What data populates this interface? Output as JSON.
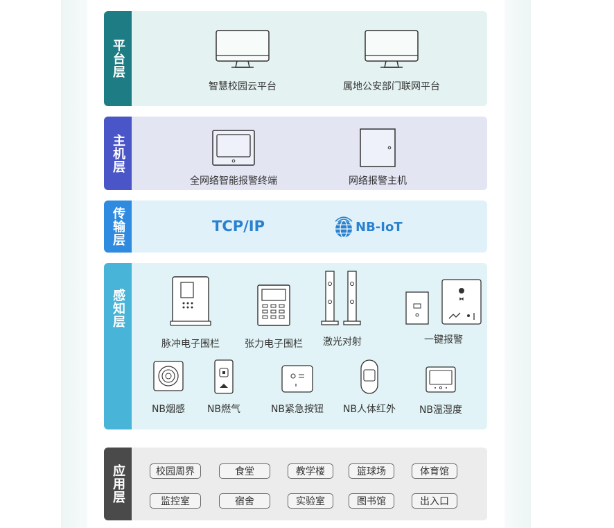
{
  "layers": {
    "platform": {
      "label": "平台层",
      "color": "#1e7d84",
      "bg": "#e4f3f1",
      "items": [
        "智慧校园云平台",
        "属地公安部门联网平台"
      ]
    },
    "host": {
      "label": "主机层",
      "color": "#4a56c8",
      "bg": "#e3e5f3",
      "items": [
        "全网络智能报警终端",
        "网络报警主机"
      ]
    },
    "transport": {
      "label": "传输层",
      "color": "#2f8be0",
      "bg": "#e1f1fa",
      "tcp": "TCP/IP",
      "nbiot": "NB-IoT"
    },
    "sensing": {
      "label": "感知层",
      "color": "#48b4d8",
      "bg": "#e1f3f6",
      "row1": [
        "脉冲电子围栏",
        "张力电子围栏",
        "激光对射",
        "一键报警"
      ],
      "row2": [
        "NB烟感",
        "NB燃气",
        "NB紧急按钮",
        "NB人体红外",
        "NB温湿度"
      ]
    },
    "application": {
      "label": "应用层",
      "color": "#4a4a4a",
      "bg": "#ececec",
      "places": [
        "校园周界",
        "食堂",
        "教学楼",
        "篮球场",
        "体育馆",
        "监控室",
        "宿舍",
        "实验室",
        "图书馆",
        "出入口"
      ]
    }
  }
}
